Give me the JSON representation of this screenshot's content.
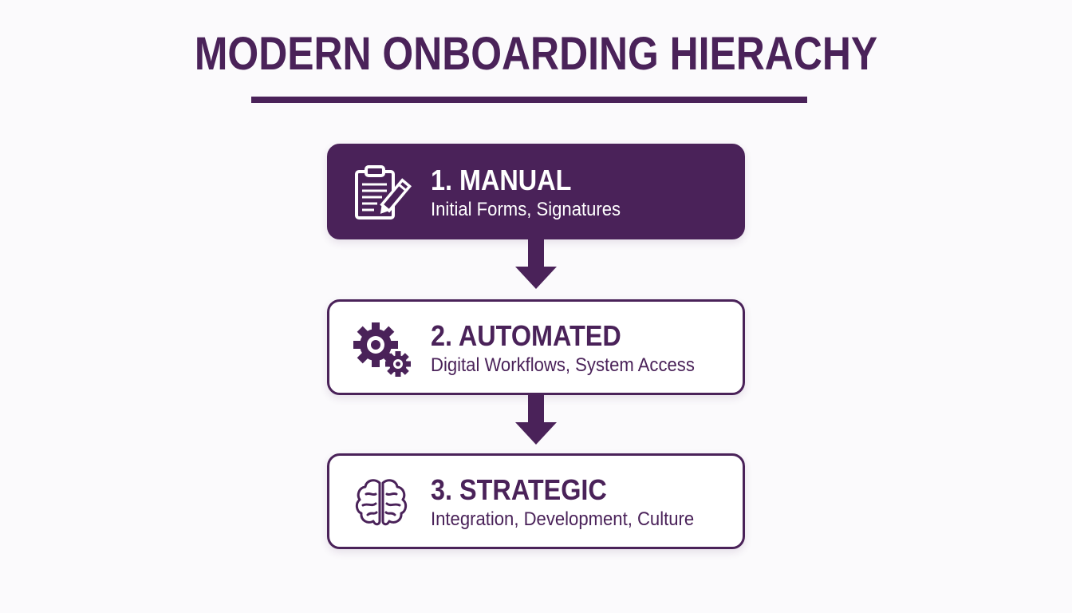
{
  "title": "MODERN ONBOARDING HIERACHY",
  "colors": {
    "primary": "#4a2259",
    "background": "#fbfafc",
    "card": "#ffffff"
  },
  "steps": [
    {
      "heading": "1. MANUAL",
      "description": "Initial Forms, Signatures",
      "icon": "clipboard-pencil-icon",
      "style": "filled"
    },
    {
      "heading": "2. AUTOMATED",
      "description": "Digital Workflows, System Access",
      "icon": "gears-icon",
      "style": "outlined"
    },
    {
      "heading": "3. STRATEGIC",
      "description": "Integration, Development, Culture",
      "icon": "brain-icon",
      "style": "outlined"
    }
  ]
}
